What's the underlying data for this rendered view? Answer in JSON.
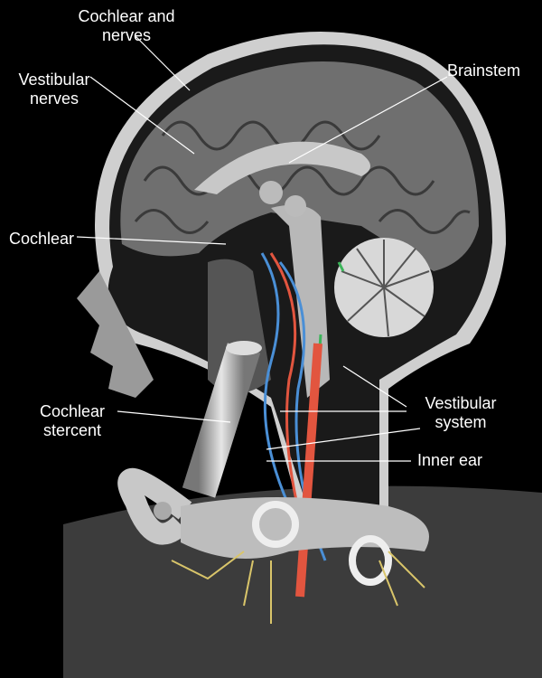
{
  "labels": {
    "cochlear_and_nerves": "Cochlear and nerves",
    "cochlear_and_nerves_l1": "Cochlear and",
    "cochlear_and_nerves_l2": "nerves",
    "vestibular_nerves_l1": "Vestibular",
    "vestibular_nerves_l2": "nerves",
    "brainstem": "Brainstem",
    "cochlear": "Cochlear",
    "cochlear_stercent_l1": "Cochlear",
    "cochlear_stercent_l2": "stercent",
    "vestibular_system_l1": "Vestibular",
    "vestibular_system_l2": "system",
    "inner_ear": "Inner ear"
  },
  "colors": {
    "background": "#000000",
    "artery": "#e2553f",
    "vein": "#4a8fd6",
    "nerve_green": "#3cb45a",
    "nerve_yellow": "#d9c56a",
    "tissue": "#8a8a8a"
  }
}
